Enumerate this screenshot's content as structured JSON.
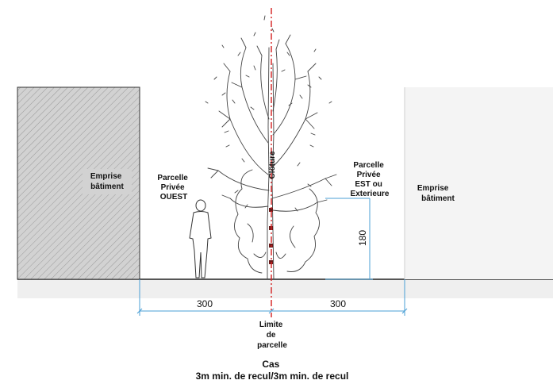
{
  "labels": {
    "left_building": [
      "Emprise",
      "bâtiment"
    ],
    "west_parcel": [
      "Parcelle",
      "Privée",
      "OUEST"
    ],
    "east_parcel": [
      "Parcelle",
      "Privée",
      "EST ou",
      "Exterieure"
    ],
    "right_building": [
      "Emprise",
      "bâtiment"
    ],
    "fence": "Clôture",
    "height_dim": "180",
    "left_dim": "300",
    "right_dim": "300",
    "boundary": [
      "Limite",
      "de",
      "parcelle"
    ],
    "caption": [
      "Cas",
      "3m min. de recul/3m min. de recul"
    ]
  },
  "colors": {
    "boundary_line": "#d42020",
    "dimension_line": "#4a9fd5",
    "hatch_fill": "#cfcfcf",
    "building_right": "#f3f3f3",
    "ground": "#efefef",
    "fence_post": "#6a1a1a"
  },
  "icons": {
    "tree": "tree-sketch",
    "person": "person-silhouette"
  }
}
